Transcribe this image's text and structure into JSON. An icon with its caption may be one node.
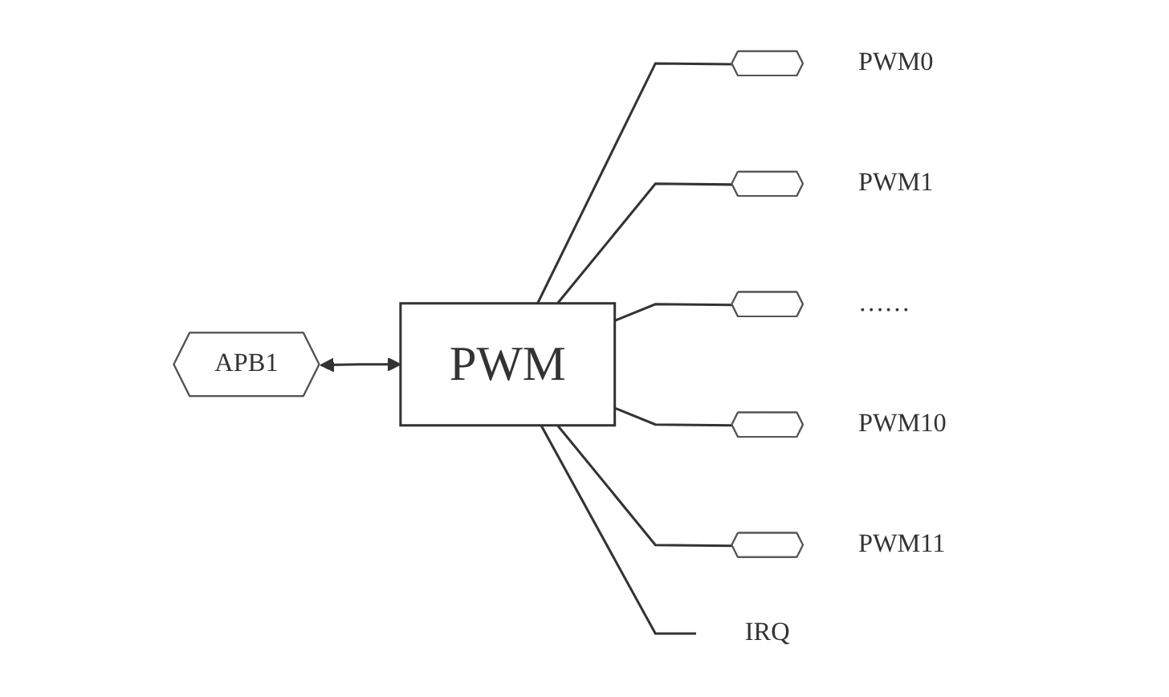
{
  "diagram": {
    "nodes": [
      {
        "text": [
          "APB1"
        ]
      },
      {
        "text": [
          "PWM"
        ]
      },
      {
        "text": [],
        "shape": "hexagon",
        "beside": [
          "PWM0"
        ]
      },
      {
        "text": [],
        "shape": "hexagon",
        "beside": [
          "PWM1"
        ]
      },
      {
        "text": [],
        "shape": "hexagon",
        "beside": [
          "……"
        ]
      },
      {
        "text": [],
        "shape": "hexagon",
        "beside": [
          "PWM10"
        ]
      },
      {
        "text": [],
        "shape": "hexagon",
        "beside": [
          "PWM11"
        ]
      },
      {
        "text": [
          "IRQ"
        ]
      }
    ],
    "edges": [
      {
        "from": 0,
        "to": 1,
        "arrow": "both"
      },
      {
        "from": 1,
        "to": 2,
        "arrow": "none"
      },
      {
        "from": 1,
        "to": 3,
        "arrow": "none"
      },
      {
        "from": 1,
        "to": 4,
        "arrow": "none"
      },
      {
        "from": 1,
        "to": 5,
        "arrow": "none"
      },
      {
        "from": 1,
        "to": 6,
        "arrow": "none"
      },
      {
        "from": 1,
        "to": 7,
        "arrow": "none"
      }
    ]
  }
}
